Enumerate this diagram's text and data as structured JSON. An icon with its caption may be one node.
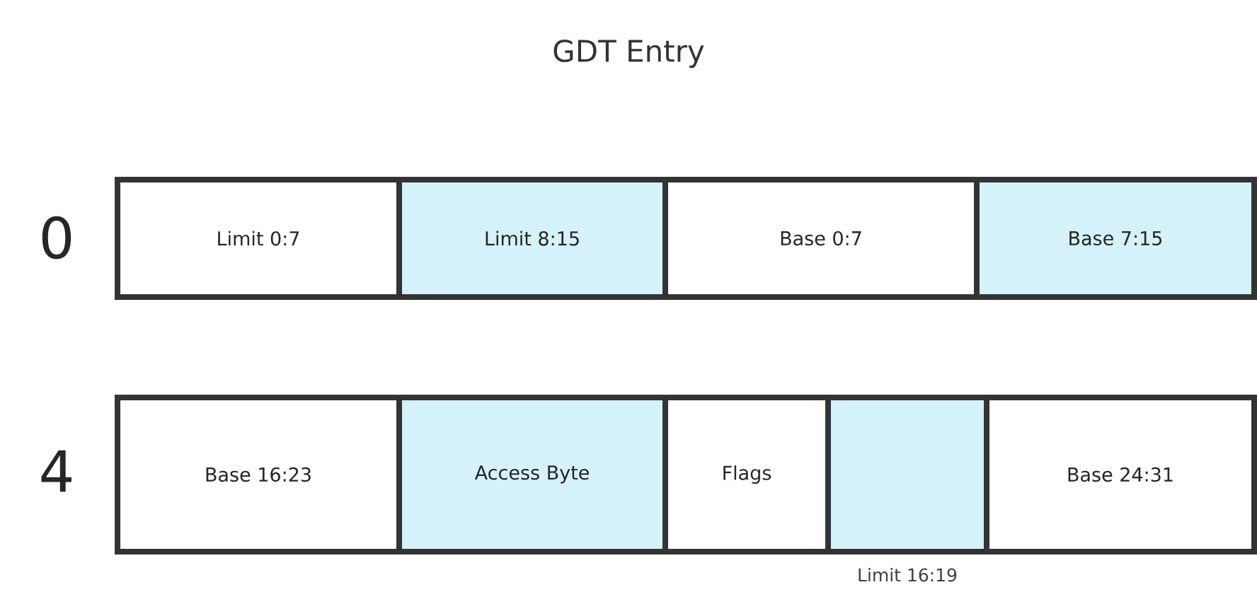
{
  "diagram": {
    "title": "GDT Entry",
    "nodes": [
      {
        "text": [
          "Limit 0:7"
        ]
      },
      {
        "text": [
          "Limit 8:15"
        ]
      },
      {
        "text": [
          "Base 0:7"
        ]
      },
      {
        "text": [
          "Base 7:15"
        ]
      },
      {
        "text": [
          "Base 16:23"
        ]
      },
      {
        "text": [
          "Access Byte"
        ]
      },
      {
        "text": [
          "Flags"
        ]
      },
      {
        "text": [],
        "shape": "box",
        "beside": [
          "Limit 16:19"
        ]
      },
      {
        "text": [
          "Base 24:31"
        ]
      }
    ],
    "edges": [],
    "labels": [
      "0",
      "4"
    ]
  }
}
